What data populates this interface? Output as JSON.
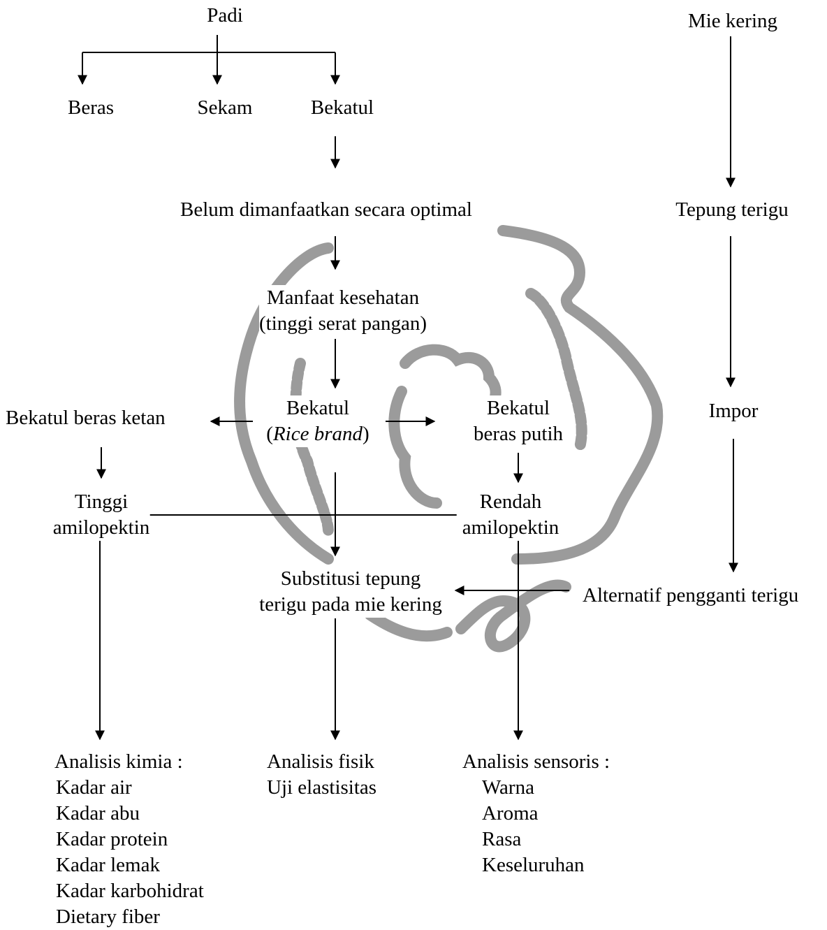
{
  "colors": {
    "ink": "#000000",
    "watermark": "#8a8a8a",
    "background": "#ffffff"
  },
  "nodes": {
    "padi": "Padi",
    "beras": "Beras",
    "sekam": "Sekam",
    "bekatul_top": "Bekatul",
    "belum": "Belum dimanfaatkan secara optimal",
    "manfaat_1": "Manfaat kesehatan",
    "manfaat_2": "(tinggi serat pangan)",
    "bekatul_center_1": "Bekatul",
    "bekatul_center_open": "(",
    "bekatul_center_italic": "Rice brand",
    "bekatul_center_close": ")",
    "ketan": "Bekatul beras ketan",
    "tinggi_1": "Tinggi",
    "tinggi_2": "amilopektin",
    "putih_1": "Bekatul",
    "putih_2": "beras putih",
    "rendah_1": "Rendah",
    "rendah_2": "amilopektin",
    "mie": "Mie kering",
    "tepung": "Tepung terigu",
    "impor": "Impor",
    "alternatif": "Alternatif pengganti terigu",
    "substitusi_1": "Substitusi tepung",
    "substitusi_2": "terigu pada mie kering"
  },
  "analyses": {
    "kimia": {
      "title": "Analisis kimia :",
      "items": [
        "Kadar air",
        "Kadar abu",
        "Kadar protein",
        "Kadar lemak",
        "Kadar karbohidrat",
        "Dietary fiber"
      ]
    },
    "fisik": {
      "title": "Analisis fisik",
      "items": [
        "Uji elastisitas"
      ]
    },
    "sensoris": {
      "title": "Analisis sensoris :",
      "items": [
        "Warna",
        "Aroma",
        "Rasa",
        "Keseluruhan"
      ]
    }
  }
}
